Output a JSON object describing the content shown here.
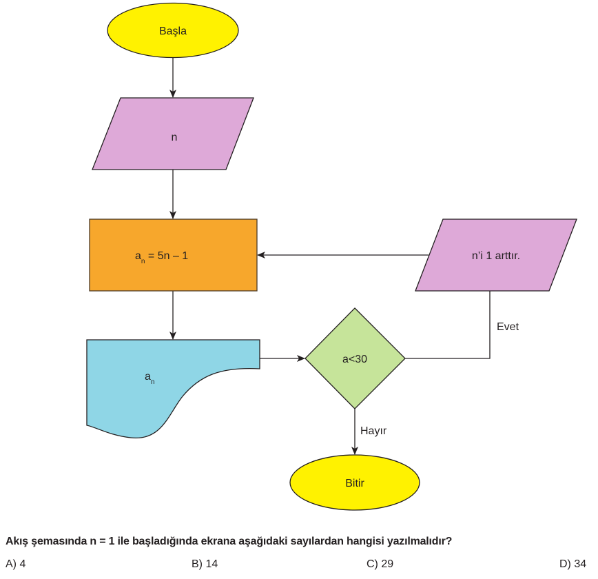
{
  "flowchart": {
    "start": {
      "label": "Başla",
      "color": "#fff200"
    },
    "input": {
      "label": "n",
      "color": "#dea9d8"
    },
    "process": {
      "label_main": "a",
      "label_sub": "n",
      "label_rest": " = 5n – 1",
      "color": "#f7a72c"
    },
    "increment": {
      "label": "n’i 1 arttır.",
      "color": "#dea9d8"
    },
    "display": {
      "label_main": "a",
      "label_sub": "n",
      "color": "#8fd6e6"
    },
    "decision": {
      "label": "a<30",
      "color": "#c6e49a"
    },
    "yes_label": "Evet",
    "no_label": "Hayır",
    "end": {
      "label": "Bitir",
      "color": "#fff200"
    },
    "line_color": "#231f20"
  },
  "question": {
    "text": "Akış şemasında n = 1 ile başladığında ekrana aşağıdaki sayılardan hangisi yazılmalıdır?",
    "options": [
      {
        "label": "A) 4"
      },
      {
        "label": "B) 14"
      },
      {
        "label": "C) 29"
      },
      {
        "label": "D) 34"
      }
    ]
  }
}
